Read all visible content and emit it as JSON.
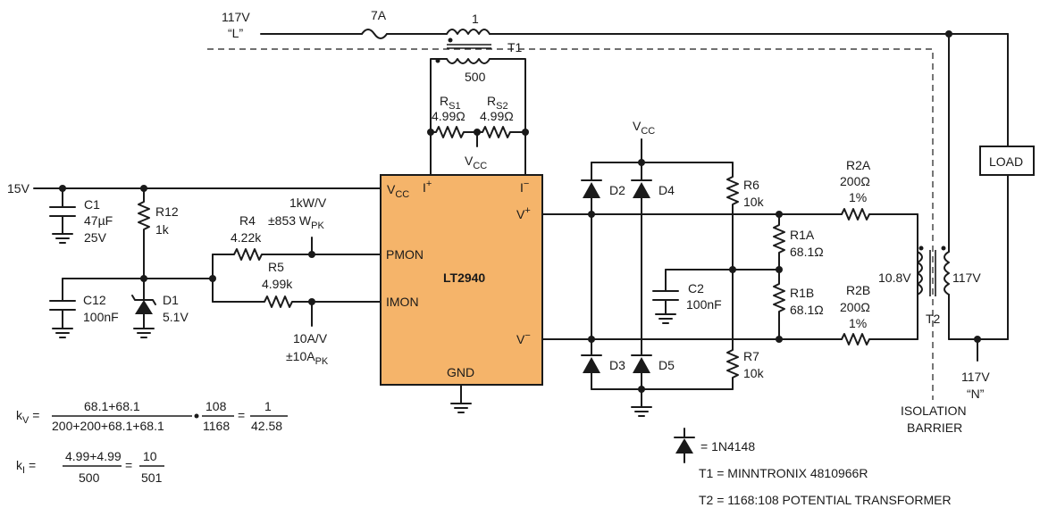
{
  "line": {
    "voltage": "117V",
    "l_label": "“L”",
    "n_voltage": "117V",
    "n_label": "“N”"
  },
  "fuse": {
    "label": "7A"
  },
  "t1": {
    "name": "T1",
    "primary_turns": "1",
    "secondary_turns": "500"
  },
  "sense_resistors": {
    "rs1": {
      "name": "R",
      "sub": "S1",
      "value": "4.99Ω"
    },
    "rs2": {
      "name": "R",
      "sub": "S2",
      "value": "4.99Ω"
    }
  },
  "vcc_label": "V",
  "vcc_sub": "CC",
  "supply": {
    "label": "15V"
  },
  "c1": {
    "name": "C1",
    "value": "47µF",
    "voltage": "25V"
  },
  "r12": {
    "name": "R12",
    "value": "1k"
  },
  "c12": {
    "name": "C12",
    "value": "100nF"
  },
  "d1": {
    "name": "D1",
    "value": "5.1V"
  },
  "r4": {
    "name": "R4",
    "value": "4.22k"
  },
  "r5": {
    "name": "R5",
    "value": "4.99k"
  },
  "pmon_scale": {
    "line1": "1kW/V",
    "line2": "±853 W",
    "sub": "PK"
  },
  "imon_scale": {
    "line1": "10A/V",
    "line2": "±10A",
    "sub": "PK"
  },
  "ic": {
    "name": "LT2940",
    "color": "#f5b46a",
    "pins": {
      "vcc": "V",
      "vcc_sub": "CC",
      "iplus": "I",
      "iminus": "I",
      "vplus": "V",
      "vminus": "V",
      "pmon": "PMON",
      "imon": "IMON",
      "gnd": "GND"
    }
  },
  "diodes": {
    "d2": "D2",
    "d3": "D3",
    "d4": "D4",
    "d5": "D5"
  },
  "r6": {
    "name": "R6",
    "value": "10k"
  },
  "r7": {
    "name": "R7",
    "value": "10k"
  },
  "c2": {
    "name": "C2",
    "value": "100nF"
  },
  "r1a": {
    "name": "R1A",
    "value": "68.1Ω"
  },
  "r1b": {
    "name": "R1B",
    "value": "68.1Ω"
  },
  "r2a": {
    "name": "R2A",
    "value": "200Ω",
    "tol": "1%"
  },
  "r2b": {
    "name": "R2B",
    "value": "200Ω",
    "tol": "1%"
  },
  "t2": {
    "name": "T2",
    "secondary_v": "10.8V",
    "primary_v": "117V"
  },
  "load": {
    "label": "LOAD"
  },
  "barrier": {
    "line1": "ISOLATION",
    "line2": "BARRIER"
  },
  "formula_kv": {
    "lhs": "k",
    "lhs_sub": "V",
    "num1": "68.1+68.1",
    "den1": "200+200+68.1+68.1",
    "num2": "108",
    "den2": "1168",
    "num3": "1",
    "den3": "42.58"
  },
  "formula_ki": {
    "lhs": "k",
    "lhs_sub": "I",
    "num1": "4.99+4.99",
    "den1": "500",
    "num2": "10",
    "den2": "501"
  },
  "legend": {
    "diode": "= 1N4148",
    "t1": "T1 = MINNTRONIX 4810966R",
    "t2": "T2 = 1168:108 POTENTIAL TRANSFORMER"
  }
}
